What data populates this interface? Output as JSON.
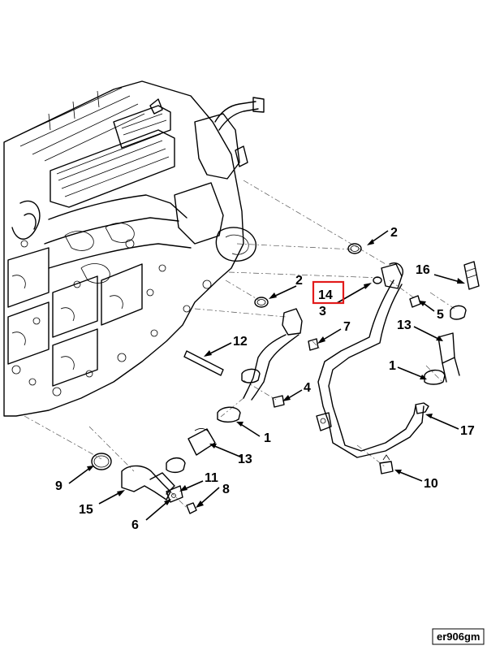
{
  "diagram": {
    "callouts": [
      {
        "id": "c-2a",
        "label": "2"
      },
      {
        "id": "c-16",
        "label": "16"
      },
      {
        "id": "c-2b",
        "label": "2"
      },
      {
        "id": "c-14",
        "label": "14",
        "highlighted": true
      },
      {
        "id": "c-3",
        "label": "3"
      },
      {
        "id": "c-5",
        "label": "5"
      },
      {
        "id": "c-7",
        "label": "7"
      },
      {
        "id": "c-13a",
        "label": "13"
      },
      {
        "id": "c-12",
        "label": "12"
      },
      {
        "id": "c-1a",
        "label": "1"
      },
      {
        "id": "c-4",
        "label": "4"
      },
      {
        "id": "c-1b",
        "label": "1"
      },
      {
        "id": "c-17",
        "label": "17"
      },
      {
        "id": "c-13b",
        "label": "13"
      },
      {
        "id": "c-9",
        "label": "9"
      },
      {
        "id": "c-11",
        "label": "11"
      },
      {
        "id": "c-8",
        "label": "8"
      },
      {
        "id": "c-15",
        "label": "15"
      },
      {
        "id": "c-6",
        "label": "6"
      },
      {
        "id": "c-10",
        "label": "10"
      }
    ],
    "highlight_color": "#e21b1b",
    "figure_tag": "er906gm"
  }
}
